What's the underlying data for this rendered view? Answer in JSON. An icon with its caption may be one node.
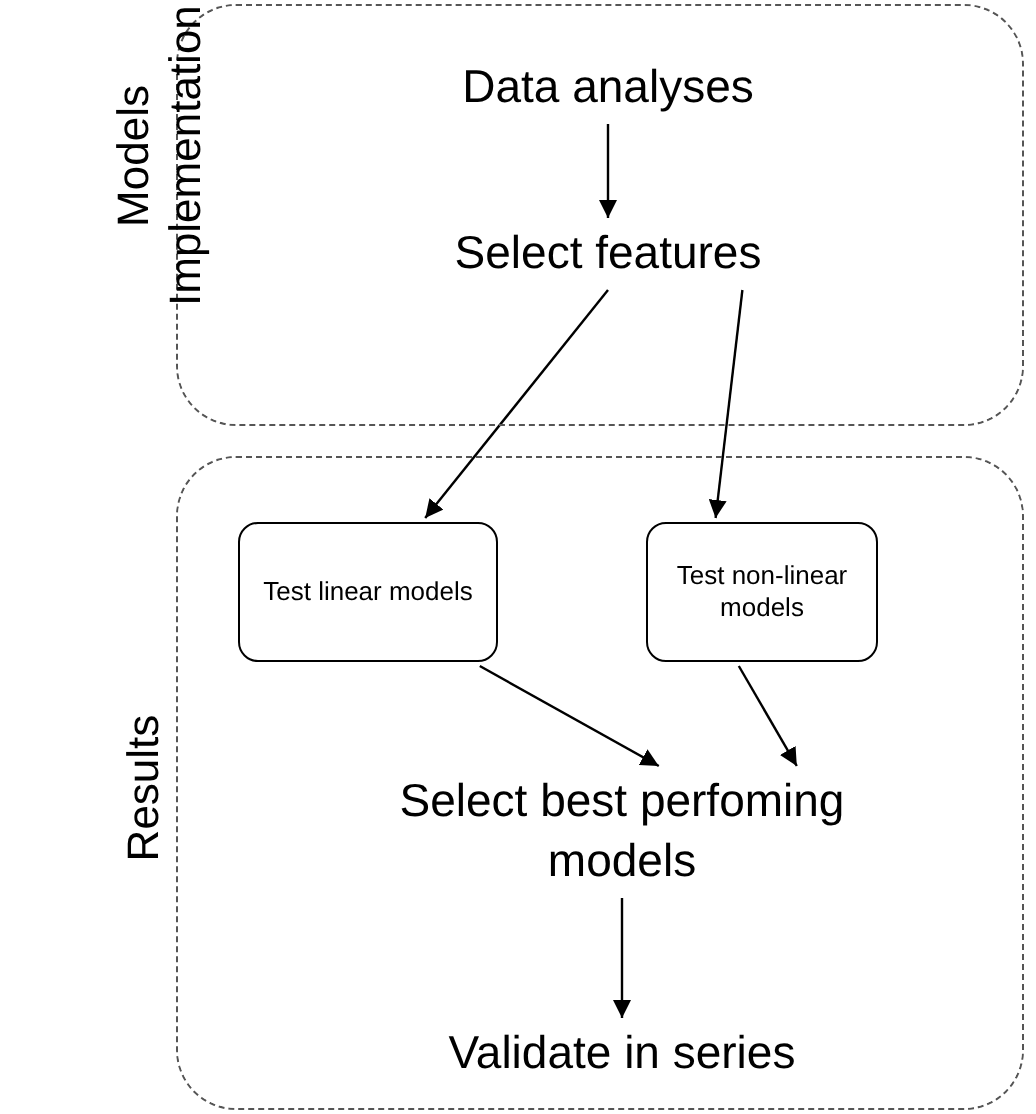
{
  "diagram": {
    "nodes": [
      {
        "text": [
          "Models Implementation"
        ]
      },
      {
        "text": [
          "Data analyses"
        ],
        "in": 0
      },
      {
        "text": [
          "Select features"
        ],
        "in": 0
      },
      {
        "text": [
          "Results"
        ]
      },
      {
        "text": [
          "Test linear models"
        ],
        "in": 3
      },
      {
        "text": [
          "Test non-linear models"
        ],
        "in": 3
      },
      {
        "text": [
          "Select best perfoming models"
        ],
        "in": 3
      },
      {
        "text": [
          "Validate in series"
        ],
        "in": 3
      }
    ],
    "edges": [
      {
        "from": 1,
        "to": 2,
        "arrow": "to"
      },
      {
        "from": 2,
        "to": 4,
        "arrow": "to"
      },
      {
        "from": 2,
        "to": 5,
        "arrow": "to"
      },
      {
        "from": 4,
        "to": 6,
        "arrow": "to"
      },
      {
        "from": 5,
        "to": 6,
        "arrow": "to"
      },
      {
        "from": 6,
        "to": 7,
        "arrow": "to"
      }
    ]
  }
}
